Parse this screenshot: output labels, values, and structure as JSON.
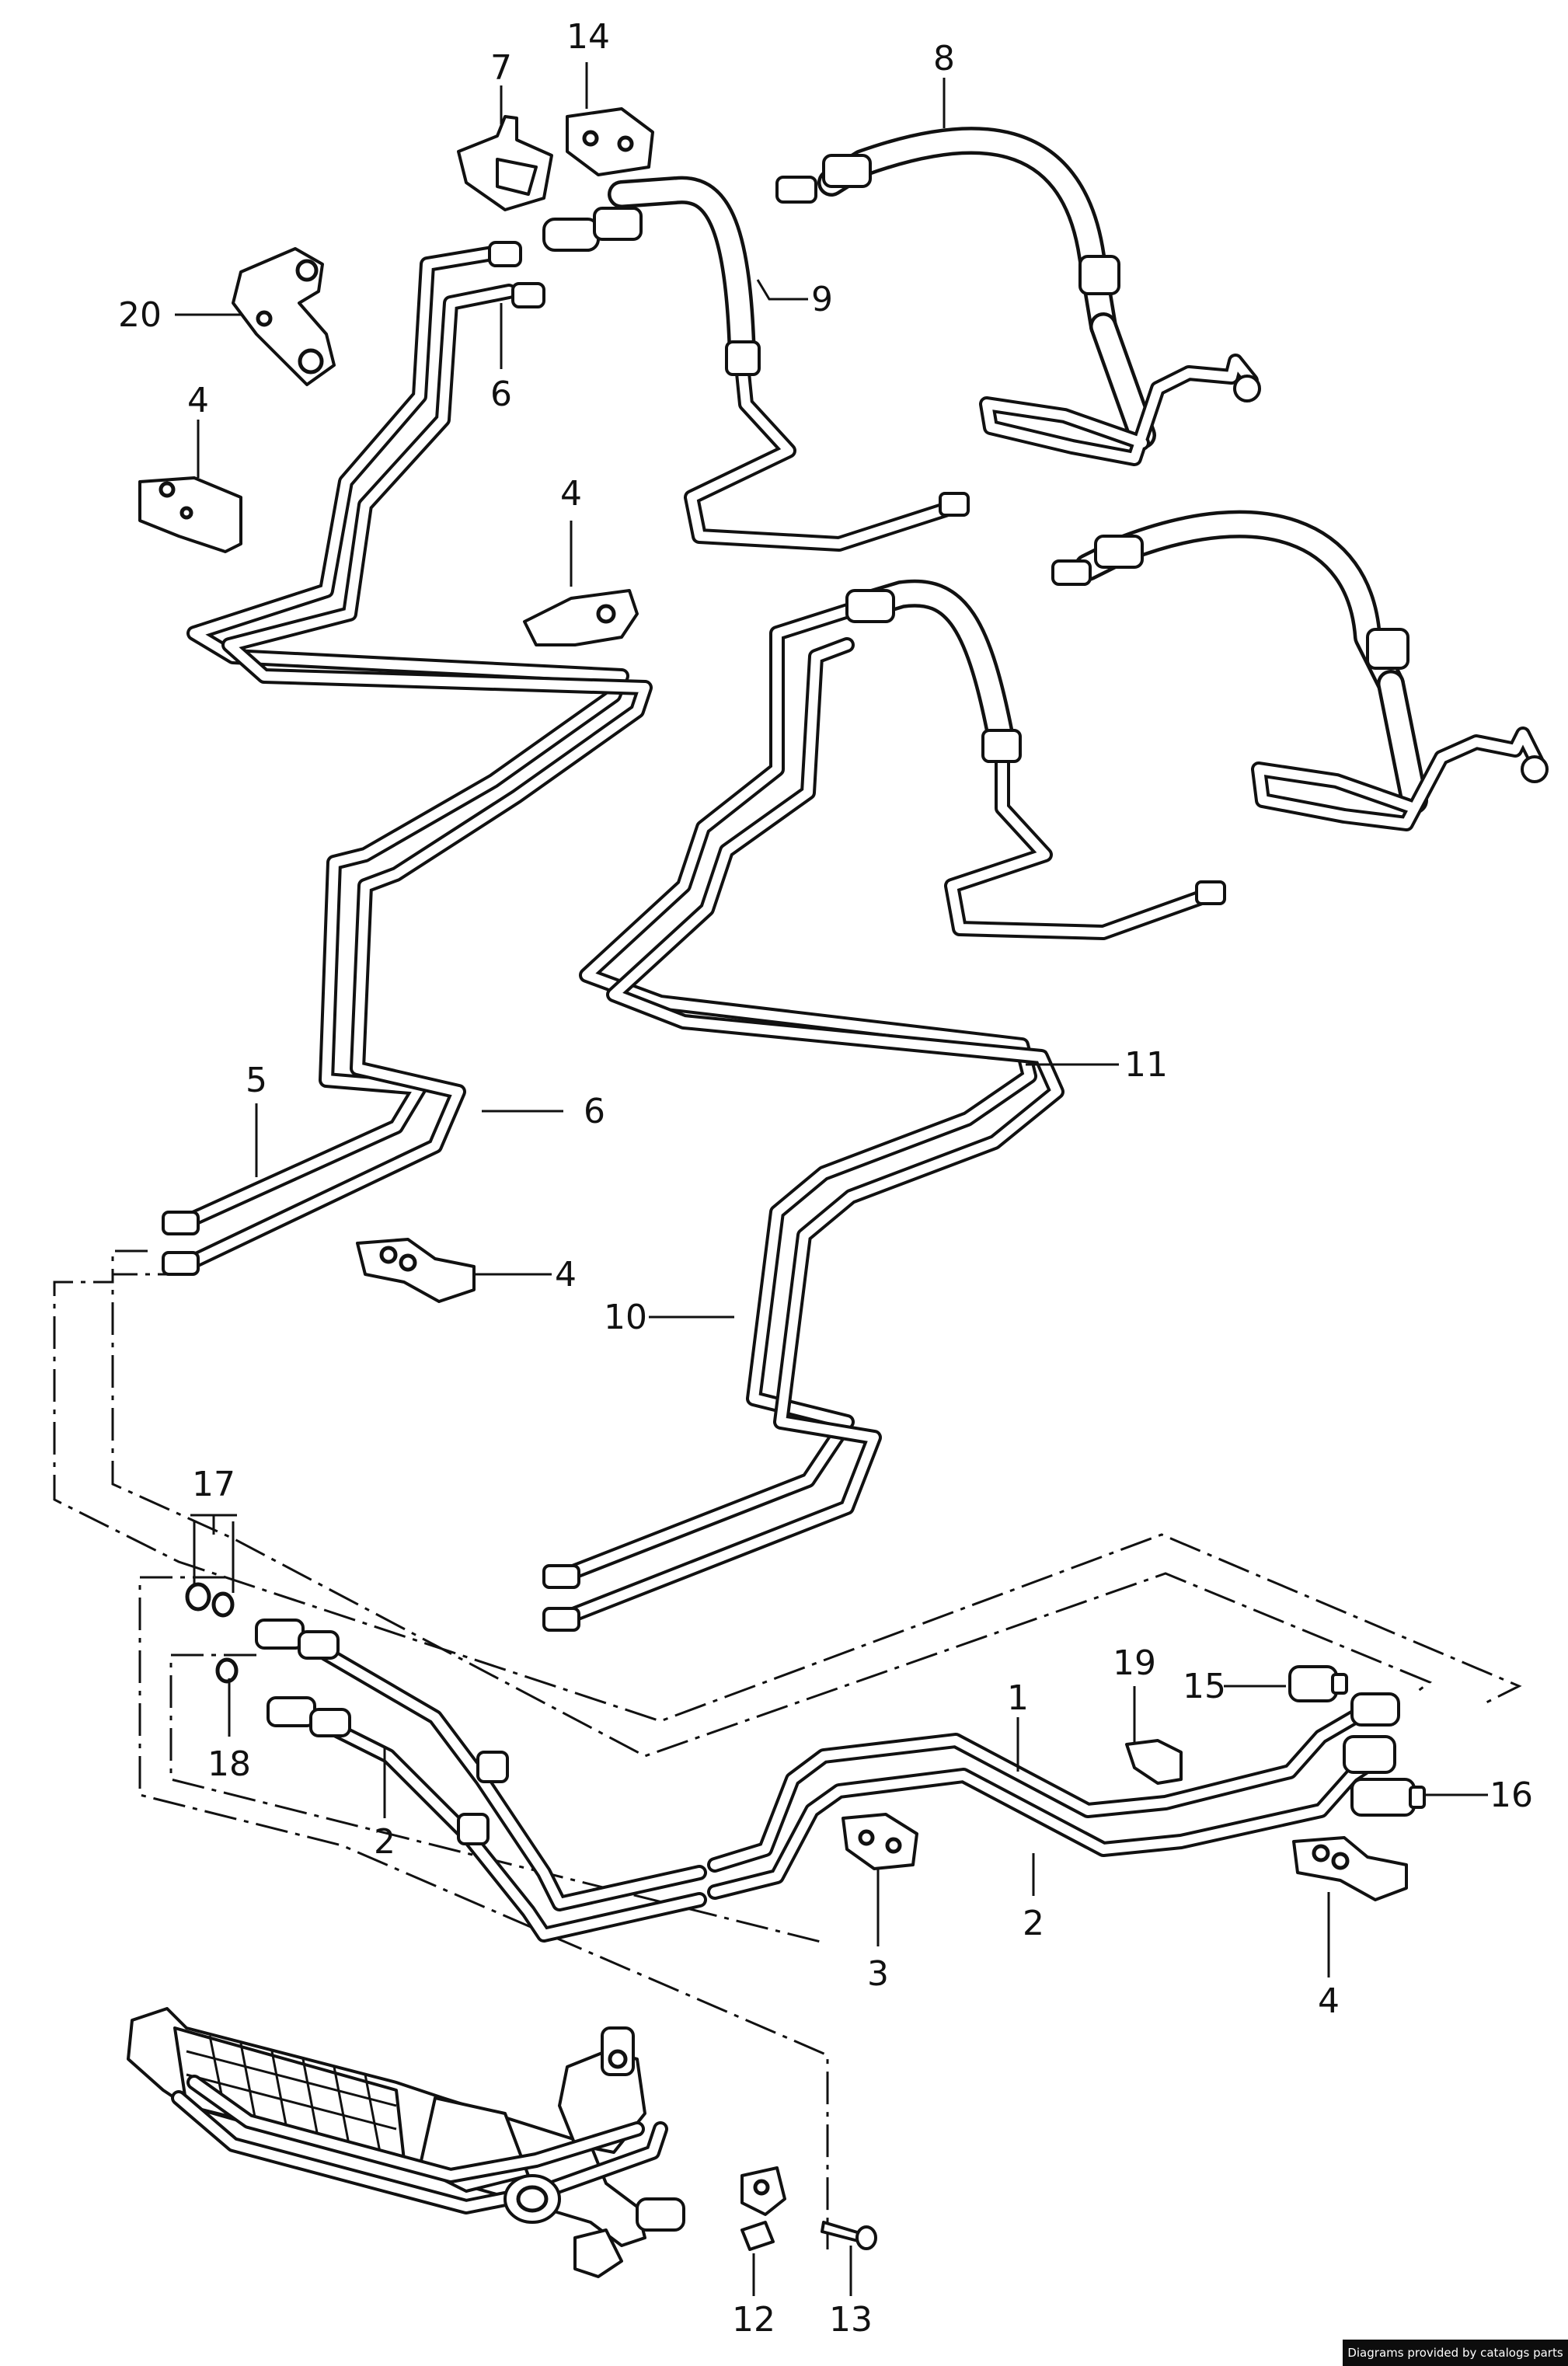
{
  "callouts": [
    {
      "id": "c20",
      "text": "20"
    },
    {
      "id": "c7",
      "text": "7"
    },
    {
      "id": "c14",
      "text": "14"
    },
    {
      "id": "c8",
      "text": "8"
    },
    {
      "id": "c9",
      "text": "9"
    },
    {
      "id": "c6a",
      "text": "6"
    },
    {
      "id": "c4a",
      "text": "4"
    },
    {
      "id": "c4b",
      "text": "4"
    },
    {
      "id": "c5",
      "text": "5"
    },
    {
      "id": "c6b",
      "text": "6"
    },
    {
      "id": "c11",
      "text": "11"
    },
    {
      "id": "c4c",
      "text": "4"
    },
    {
      "id": "c10",
      "text": "10"
    },
    {
      "id": "c17",
      "text": "17"
    },
    {
      "id": "c18",
      "text": "18"
    },
    {
      "id": "c19",
      "text": "19"
    },
    {
      "id": "c15",
      "text": "15"
    },
    {
      "id": "c1",
      "text": "1"
    },
    {
      "id": "c16",
      "text": "16"
    },
    {
      "id": "c2a",
      "text": "2"
    },
    {
      "id": "c2b",
      "text": "2"
    },
    {
      "id": "c3",
      "text": "3"
    },
    {
      "id": "c4d",
      "text": "4"
    },
    {
      "id": "c12",
      "text": "12"
    },
    {
      "id": "c13",
      "text": "13"
    }
  ],
  "credit": "Diagrams provided by catalogs parts"
}
